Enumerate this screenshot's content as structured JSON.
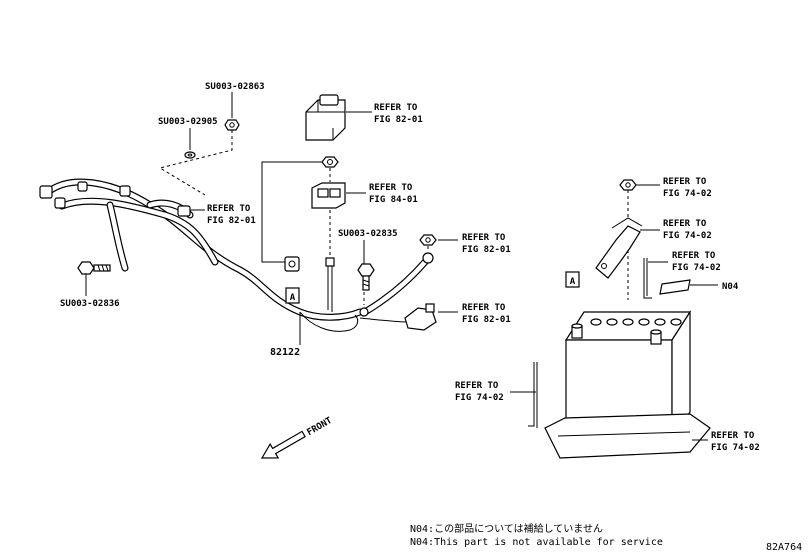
{
  "parts": {
    "su_02863": "SU003-02863",
    "su_02905": "SU003-02905",
    "su_02835": "SU003-02835",
    "su_02836": "SU003-02836",
    "harness": "82122",
    "n04": "N04"
  },
  "refs": {
    "fig8201_relay_l1": "REFER TO",
    "fig8201_relay_l2": "FIG 82-01",
    "fig8401_l1": "REFER TO",
    "fig8401_l2": "FIG 84-01",
    "fig8201_harness_l1": "REFER TO",
    "fig8201_harness_l2": "FIG 82-01",
    "fig8201_nut_l1": "REFER TO",
    "fig8201_nut_l2": "FIG 82-01",
    "fig8201_clamp_l1": "REFER TO",
    "fig8201_clamp_l2": "FIG 82-01",
    "fig7402_nut_l1": "REFER TO",
    "fig7402_nut_l2": "FIG 74-02",
    "fig7402_clamp_l1": "REFER TO",
    "fig7402_clamp_l2": "FIG 74-02",
    "fig7402_rod_l1": "REFER TO",
    "fig7402_rod_l2": "FIG 74-02",
    "fig7402_bolt_l1": "REFER TO",
    "fig7402_bolt_l2": "FIG 74-02",
    "fig7402_tray_l1": "REFER TO",
    "fig7402_tray_l2": "FIG 74-02"
  },
  "markers": {
    "view_a_left": "A",
    "view_a_right": "A"
  },
  "front_label": "FRONT",
  "notes": {
    "jp": "N04:この部品については補給していません",
    "en": "N04:This part is not available for service"
  },
  "diagram_code": "82A764"
}
